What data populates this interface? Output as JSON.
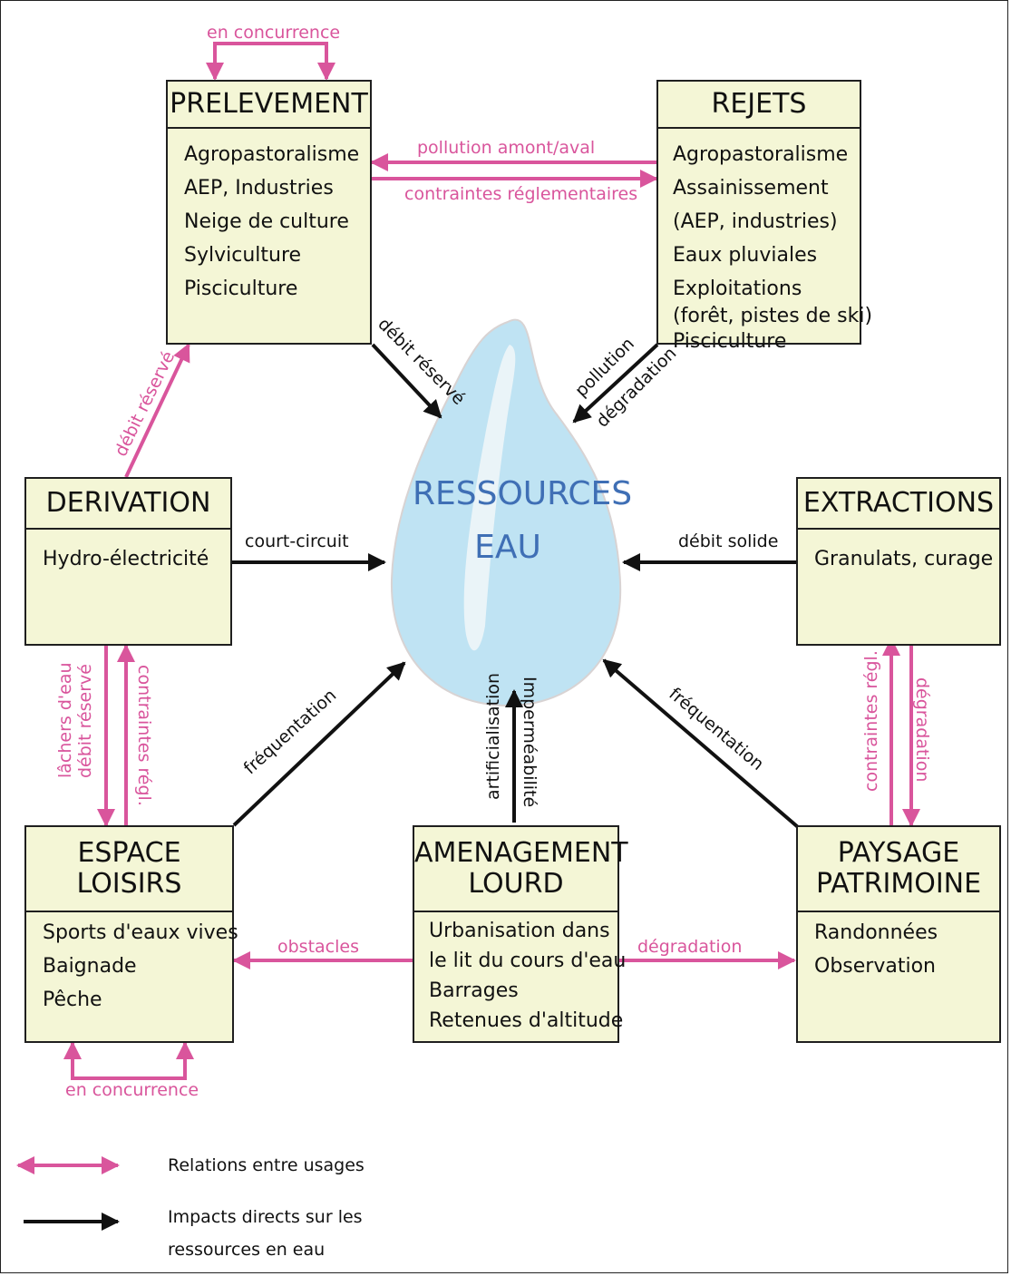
{
  "colors": {
    "relation": "#d9559c",
    "impact": "#111111",
    "box_fill": "#f4f6d6",
    "drop_fill": "#bfe3f3",
    "center_text": "#3f6fb5"
  },
  "center": {
    "line1": "RESSOURCES",
    "line2": "EAU"
  },
  "boxes": {
    "prelevement": {
      "title": "PRELEVEMENT",
      "items": [
        "Agropastoralisme",
        "AEP, Industries",
        "Neige de culture",
        "Sylviculture",
        "Pisciculture"
      ]
    },
    "rejets": {
      "title": "REJETS",
      "items": [
        "Agropastoralisme",
        "Assainissement",
        "(AEP, industries)",
        "Eaux pluviales",
        "Exploitations",
        "(forêt, pistes de ski)",
        "Pisciculture"
      ]
    },
    "derivation": {
      "title": "DERIVATION",
      "items": [
        "Hydro-électricité"
      ]
    },
    "extractions": {
      "title": "EXTRACTIONS",
      "items": [
        "Granulats, curage"
      ]
    },
    "espace_loisirs": {
      "title_line1": "ESPACE",
      "title_line2": "LOISIRS",
      "items": [
        "Sports d'eaux vives",
        "Baignade",
        "Pêche"
      ]
    },
    "amenagement": {
      "title_line1": "AMENAGEMENT",
      "title_line2": "LOURD",
      "items": [
        "Urbanisation dans",
        "le lit du cours d'eau",
        "Barrages",
        "Retenues d'altitude"
      ]
    },
    "paysage": {
      "title_line1": "PAYSAGE",
      "title_line2": "PATRIMOINE",
      "items": [
        "Randonnées",
        "Observation"
      ]
    }
  },
  "labels": {
    "en_concurrence_top": "en concurrence",
    "pollution_amont_aval": "pollution amont/aval",
    "contraintes_reglementaires": "contraintes réglementaires",
    "debit_reserve_prelevement": "débit réservé",
    "pollution": "pollution",
    "degradation_rejets": "dégradation",
    "debit_reserve_derivation": "débit réservé",
    "court_circuit": "court-circuit",
    "debit_solide": "débit solide",
    "lachers_deau": "lâchers d'eau",
    "debit_reserve_loisirs": "débit réservé",
    "contraintes_regl_left": "contraintes régl.",
    "frequentation_left": "fréquentation",
    "artificialisation": "artificialisation",
    "impermeabilite": "Imperméabilité",
    "frequentation_right": "fréquentation",
    "contraintes_regl_right": "contraintes régl.",
    "degradation_paysage": "dégradation",
    "obstacles": "obstacles",
    "degradation_bottom": "dégradation",
    "en_concurrence_bottom": "en concurrence"
  },
  "legend": {
    "relations": "Relations entre usages",
    "impacts_line1": "Impacts directs sur les",
    "impacts_line2": "ressources en eau"
  }
}
